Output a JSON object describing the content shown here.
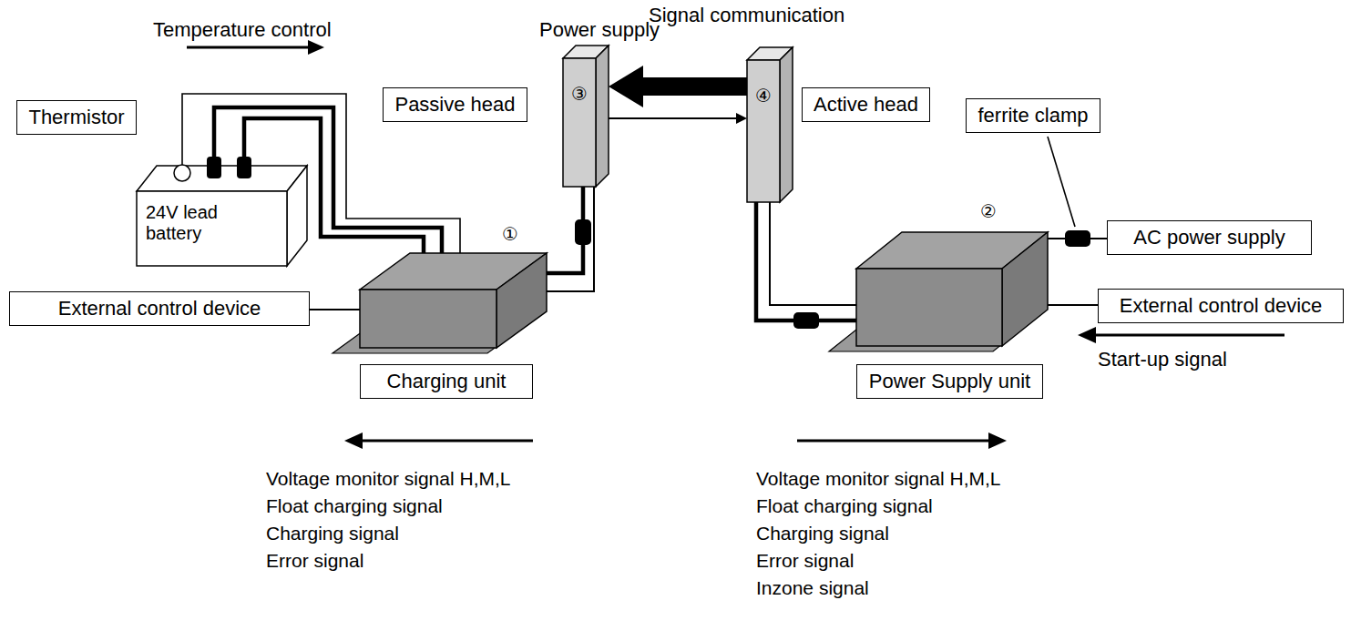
{
  "diagram": {
    "nodes": [
      {
        "text": [
          "Thermistor"
        ]
      },
      {
        "text": [
          "24V lead battery"
        ]
      },
      {
        "text": [
          "Passive head"
        ]
      },
      {
        "text": [
          "③"
        ]
      },
      {
        "text": [
          "Active head"
        ]
      },
      {
        "text": [
          "④"
        ]
      },
      {
        "text": [
          "ferrite clamp"
        ]
      },
      {
        "text": [
          "AC power supply"
        ]
      },
      {
        "text": [
          "External control device"
        ]
      },
      {
        "text": [
          "①"
        ]
      },
      {
        "text": [
          "External control device"
        ]
      },
      {
        "text": [
          "②"
        ]
      },
      {
        "text": [
          "Charging unit"
        ]
      },
      {
        "text": [
          "Power Supply unit"
        ]
      }
    ],
    "edges": [
      {
        "from": 1,
        "to": 9,
        "arrow": "none"
      },
      {
        "from": 1,
        "to": 9,
        "arrow": "none"
      },
      {
        "from": 8,
        "to": 9,
        "arrow": "none"
      },
      {
        "from": 9,
        "to": 3,
        "arrow": "none"
      },
      {
        "from": 9,
        "to": 3,
        "arrow": "none"
      },
      {
        "from": 5,
        "to": 3,
        "label": "Power supply",
        "arrow": "to"
      },
      {
        "from": 3,
        "to": 5,
        "label": "Signal communication",
        "arrow": "to"
      },
      {
        "from": 5,
        "to": 11,
        "arrow": "none"
      },
      {
        "from": 5,
        "to": 11,
        "arrow": "none"
      },
      {
        "from": 7,
        "to": 11,
        "arrow": "none"
      },
      {
        "from": 10,
        "to": 11,
        "arrow": "none"
      }
    ],
    "labels": [
      "Temperature control",
      "Voltage monitor signal H,M,L",
      "Float charging signal",
      "Charging signal",
      "Error signal",
      "Voltage monitor signal H,M,L",
      "Float charging signal",
      "Charging signal",
      "Error signal",
      "Inzone signal",
      "Start-up signal"
    ]
  }
}
